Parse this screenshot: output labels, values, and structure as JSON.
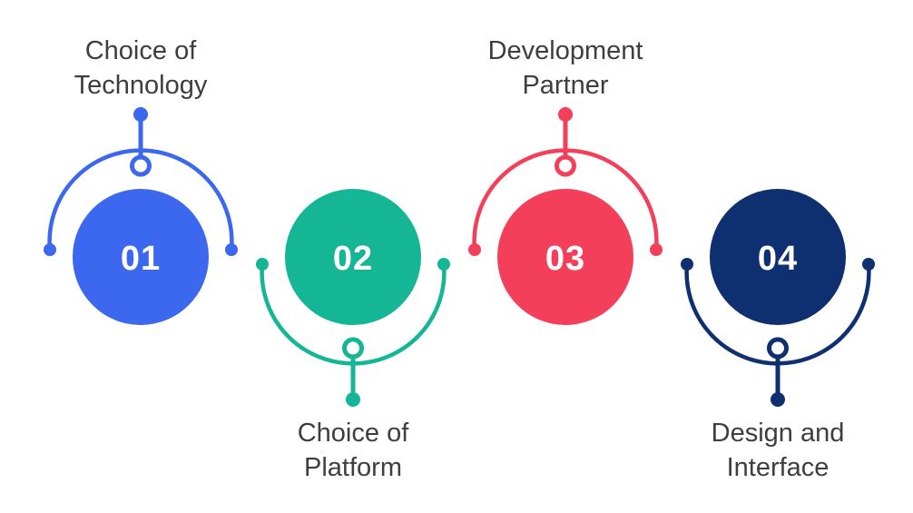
{
  "theme": {
    "background": "#ffffff",
    "label_color": "#3e3e3e",
    "number_color": "#ffffff"
  },
  "steps": [
    {
      "number": "01",
      "label_lines": [
        "Choice of",
        "Technology"
      ],
      "color": "#3b68ef",
      "label_position": "top"
    },
    {
      "number": "02",
      "label_lines": [
        "Choice of",
        "Platform"
      ],
      "color": "#14b695",
      "label_position": "bottom"
    },
    {
      "number": "03",
      "label_lines": [
        "Development",
        "Partner"
      ],
      "color": "#f43f5b",
      "label_position": "top"
    },
    {
      "number": "04",
      "label_lines": [
        "Design and",
        "Interface"
      ],
      "color": "#0f3070",
      "label_position": "bottom"
    }
  ]
}
